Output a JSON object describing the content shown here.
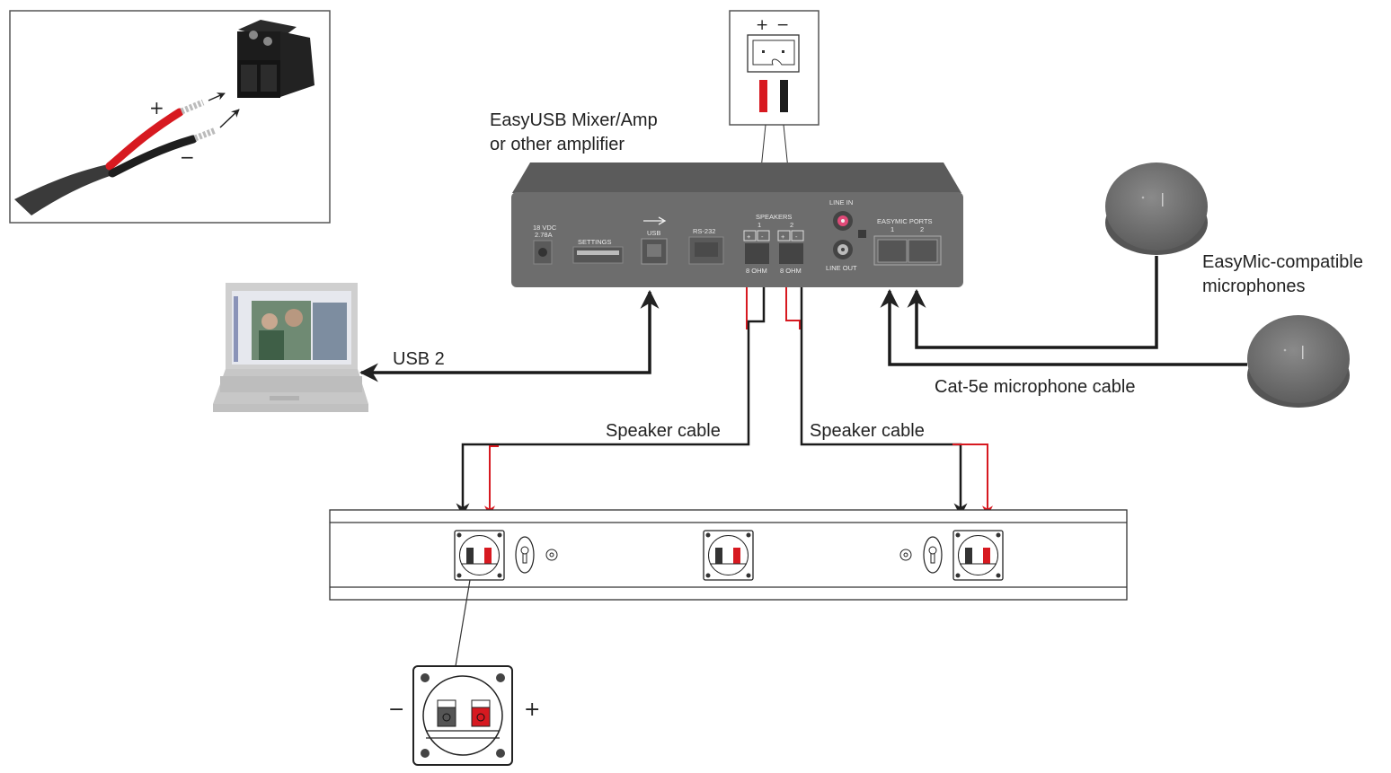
{
  "inset_wiring": {
    "plus_label": "+",
    "minus_label": "−"
  },
  "inset_connector": {
    "plus_label": "+",
    "minus_label": "−",
    "wire_colors": {
      "plus": "#d71920",
      "minus": "#222222"
    }
  },
  "amplifier": {
    "title_line1": "EasyUSB Mixer/Amp",
    "title_line2": "or other amplifier",
    "power_label_1": "18 VDC",
    "power_label_2": "2.78A",
    "settings_label": "SETTINGS",
    "usb_label": "USB",
    "rs232_label": "RS-232",
    "speakers_label": "SPEAKERS",
    "speaker_port_1": "1",
    "speaker_port_2": "2",
    "ohm_1": "8 OHM",
    "ohm_2": "8 OHM",
    "terminal_plus": "+",
    "terminal_minus": "-",
    "line_in_label": "LINE IN",
    "line_out_label": "LINE OUT",
    "easymic_label": "EASYMIC PORTS",
    "easymic_port_1": "1",
    "easymic_port_2": "2"
  },
  "labels": {
    "usb_cable": "USB 2",
    "speaker_cable_left": "Speaker cable",
    "speaker_cable_right": "Speaker cable",
    "mic_cable": "Cat-5e microphone cable",
    "mics_line1": "EasyMic-compatible",
    "mics_line2": "microphones"
  },
  "speaker_detail": {
    "minus_label": "−",
    "plus_label": "+"
  },
  "colors": {
    "positive_wire": "#d71920",
    "negative_wire": "#222222",
    "device_gray": "#6d6d6d"
  }
}
